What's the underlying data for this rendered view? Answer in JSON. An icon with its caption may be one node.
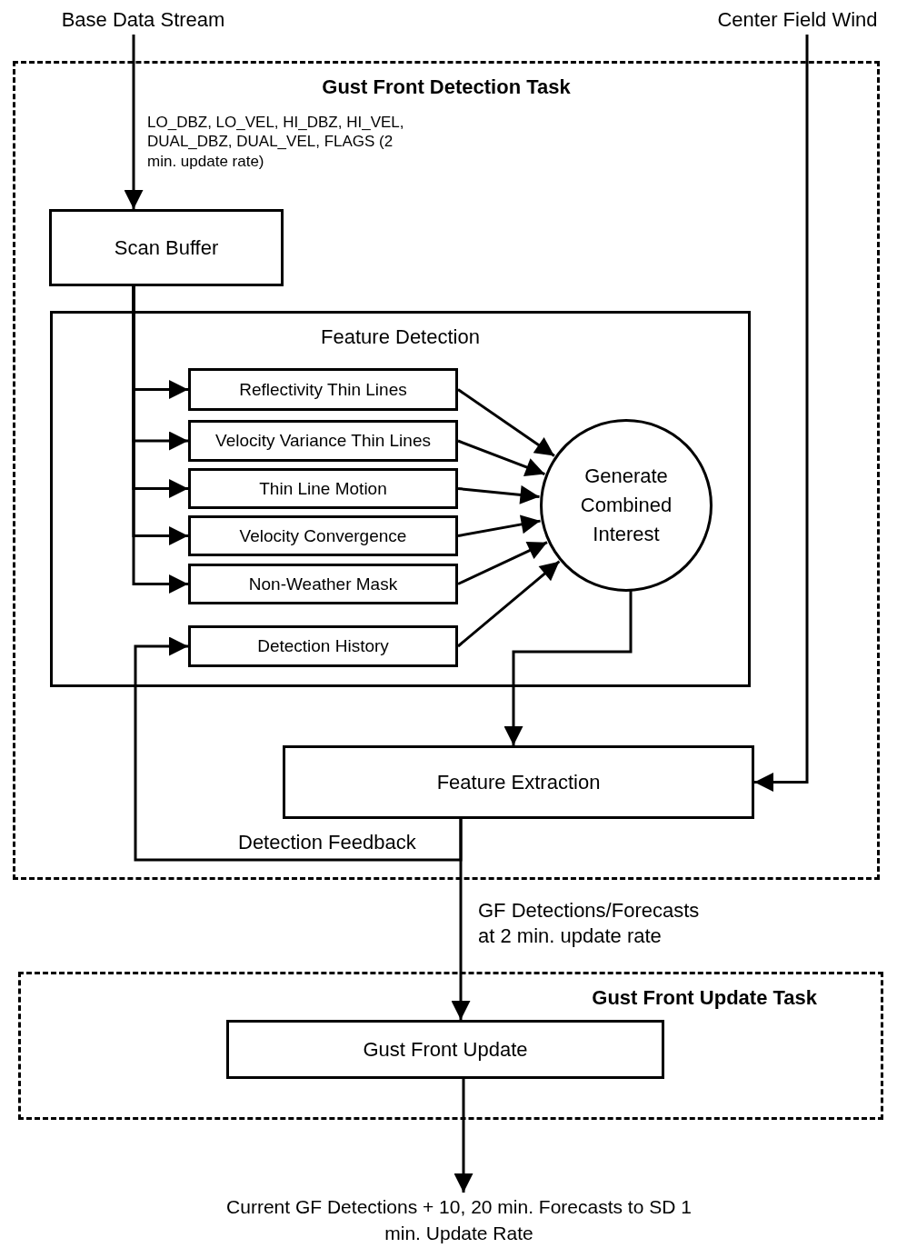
{
  "diagram": {
    "nodes": [
      {
        "text": [
          "Base Data Stream"
        ]
      },
      {
        "text": [
          "Center Field Wind"
        ]
      },
      {
        "text": [
          "Gust Front Detection Task"
        ]
      },
      {
        "text": [
          "Scan Buffer"
        ],
        "in": 2
      },
      {
        "text": [
          "Feature Detection"
        ],
        "in": 2
      },
      {
        "text": [
          "Reflectivity Thin Lines"
        ],
        "in": 4
      },
      {
        "text": [
          "Velocity Variance Thin Lines"
        ],
        "in": 4
      },
      {
        "text": [
          "Thin Line Motion"
        ],
        "in": 4
      },
      {
        "text": [
          "Velocity Convergence"
        ],
        "in": 4
      },
      {
        "text": [
          "Non-Weather Mask"
        ],
        "in": 4
      },
      {
        "text": [
          "Detection History"
        ],
        "in": 4
      },
      {
        "text": [
          "Generate Combined Interest"
        ],
        "in": 4
      },
      {
        "text": [
          "Feature Extraction"
        ],
        "in": 2
      },
      {
        "text": [
          "Gust Front Update Task"
        ]
      },
      {
        "text": [
          "Gust Front Update"
        ],
        "in": 13
      },
      {
        "text": [
          "Current GF Detections + 10, 20 min. Forecasts to SD 1 min. Update Rate"
        ]
      }
    ],
    "edges": [
      {
        "from": 0,
        "to": 3,
        "arrow": "to",
        "label": "LO_DBZ, LO_VEL, HI_DBZ, HI_VEL, DUAL_DBZ, DUAL_VEL, FLAGS (2 min. update rate)"
      },
      {
        "from": 3,
        "to": 5,
        "arrow": "to"
      },
      {
        "from": 3,
        "to": 6,
        "arrow": "to"
      },
      {
        "from": 3,
        "to": 7,
        "arrow": "to"
      },
      {
        "from": 3,
        "to": 8,
        "arrow": "to"
      },
      {
        "from": 3,
        "to": 9,
        "arrow": "to"
      },
      {
        "from": 5,
        "to": 11,
        "arrow": "to"
      },
      {
        "from": 6,
        "to": 11,
        "arrow": "to"
      },
      {
        "from": 7,
        "to": 11,
        "arrow": "to"
      },
      {
        "from": 8,
        "to": 11,
        "arrow": "to"
      },
      {
        "from": 9,
        "to": 11,
        "arrow": "to"
      },
      {
        "from": 10,
        "to": 11,
        "arrow": "to"
      },
      {
        "from": 11,
        "to": 12,
        "arrow": "to"
      },
      {
        "from": 1,
        "to": 12,
        "arrow": "to"
      },
      {
        "from": 12,
        "to": 10,
        "arrow": "to",
        "label": "Detection Feedback"
      },
      {
        "from": 12,
        "to": 14,
        "arrow": "to",
        "label": "GF Detections/Forecasts at 2 min. update rate"
      },
      {
        "from": 14,
        "to": 15,
        "arrow": "to"
      }
    ]
  }
}
